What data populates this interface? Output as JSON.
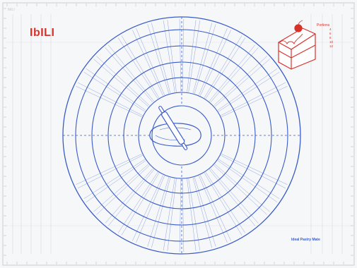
{
  "brand": {
    "text": "IbILI",
    "color": "#d8312a"
  },
  "corner_label": "IbILI",
  "cake_chart": {
    "title": "Portions",
    "items": [
      "4",
      "6",
      "8",
      "10",
      "12"
    ],
    "color": "#d8312a"
  },
  "footer_text": "Ideal Pastry Mate",
  "colors": {
    "mat_background": "#f6f7f9",
    "circle_blue": "#3a5cc9",
    "grid_gray": "#c9ccd3",
    "accent_red": "#d8312a"
  },
  "icons": {
    "center": "rolling-pin-dough-icon",
    "top_right": "cake-slice-icon"
  }
}
